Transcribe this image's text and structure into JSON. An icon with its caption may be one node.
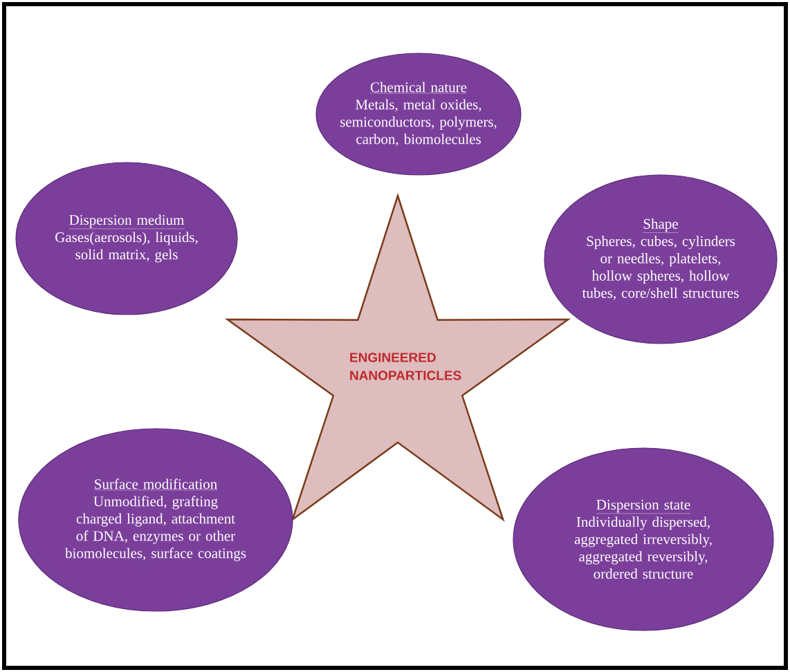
{
  "diagram": {
    "nodes": [
      {
        "text": [
          "ENGINEERED NANOPARTICLES"
        ]
      },
      {
        "text": [
          "Chemical nature",
          "Metals, metal oxides, semiconductors, polymers, carbon, biomolecules"
        ]
      },
      {
        "text": [
          "Dispersion medium",
          "Gases(aerosols), liquids, solid matrix, gels"
        ]
      },
      {
        "text": [
          "Shape",
          "Spheres, cubes, cylinders or needles, platelets, hollow spheres, hollow tubes, core/shell structures"
        ]
      },
      {
        "text": [
          "Surface modification",
          "Unmodified, grafting charged ligand, attachment of DNA, enzymes or other biomolecules, surface coatings"
        ]
      },
      {
        "text": [
          "Dispersion state",
          "Individually dispersed, aggregated irreversibly, aggregated reversibly, ordered structure"
        ]
      }
    ],
    "edges": []
  }
}
